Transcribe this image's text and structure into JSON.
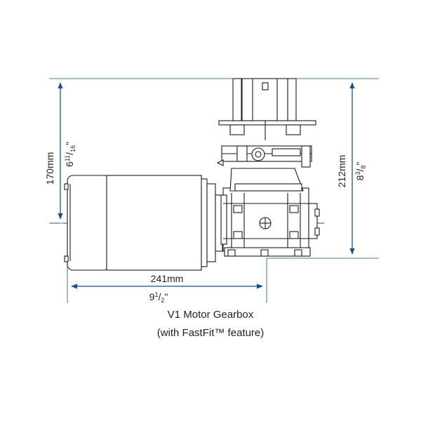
{
  "caption": {
    "line1": "V1 Motor Gearbox",
    "line2": "(with FastFit™ feature)"
  },
  "dimensions": {
    "left_height": {
      "metric": "170mm",
      "imperial_whole": "6",
      "imperial_num": "11",
      "imperial_den": "16",
      "imperial_mark": "\""
    },
    "right_height": {
      "metric": "212mm",
      "imperial_whole": "8",
      "imperial_num": "3",
      "imperial_den": "8",
      "imperial_mark": "\""
    },
    "width": {
      "metric": "241mm",
      "imperial_whole": "9",
      "imperial_num": "1",
      "imperial_den": "2",
      "imperial_mark": "\""
    }
  },
  "colors": {
    "dimension_line": "#1a4f8a",
    "outline": "#1a1a1a"
  }
}
